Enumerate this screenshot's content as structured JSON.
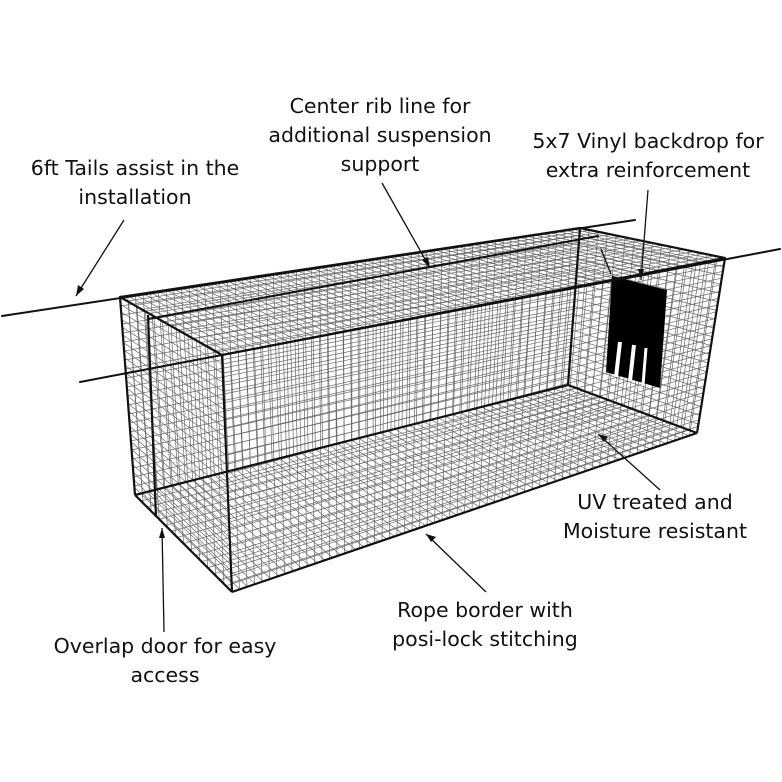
{
  "callouts": {
    "tails": [
      "6ft Tails assist in the",
      "installation"
    ],
    "center_rib": [
      "Center rib line for",
      "additional suspension",
      "support"
    ],
    "backdrop": [
      "5x7 Vinyl backdrop for",
      "extra reinforcement"
    ],
    "uv": [
      "UV treated and",
      "Moisture resistant"
    ],
    "rope_border": [
      "Rope border with",
      "posi-lock stitching"
    ],
    "door": [
      "Overlap door for easy",
      "access"
    ]
  },
  "colors": {
    "outline": "#111111",
    "mesh": "#6a6a6a",
    "backdrop": "#000000",
    "background": "#ffffff"
  }
}
